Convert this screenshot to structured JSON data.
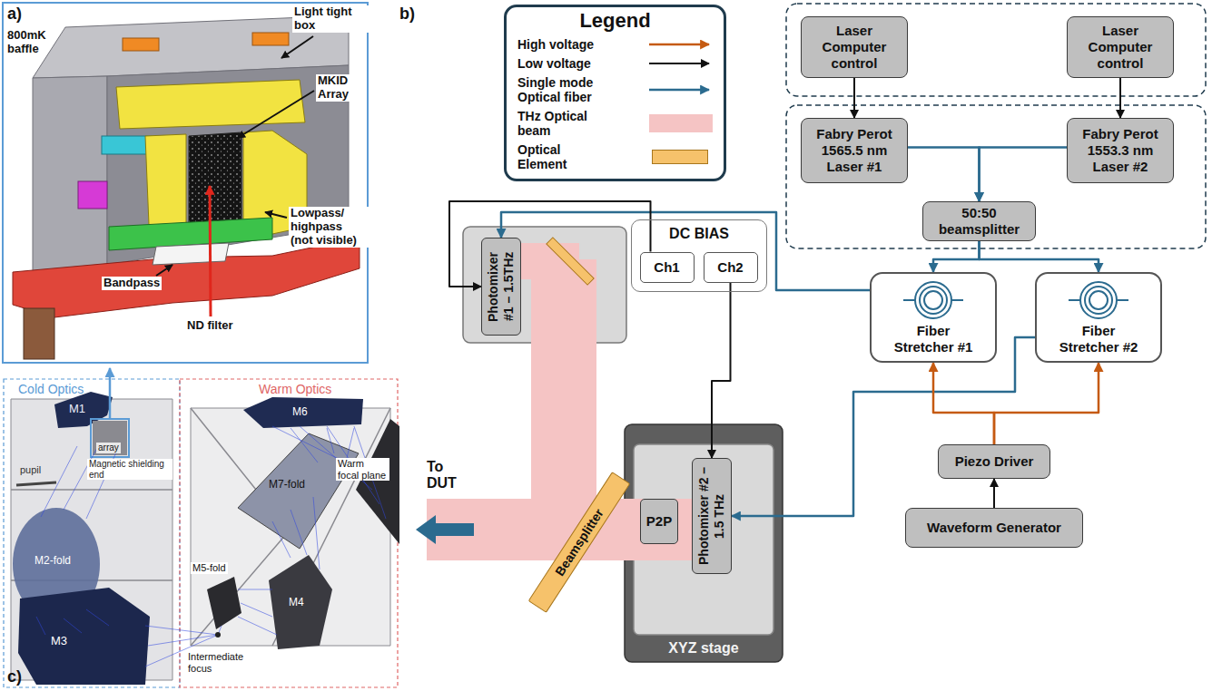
{
  "diagram": {
    "nodes": [
      {
        "text": [
          "Laser Computer control"
        ]
      },
      {
        "text": [
          "Laser Computer control"
        ]
      },
      {
        "text": [
          "Fabry Perot 1565.5 nm Laser #1"
        ]
      },
      {
        "text": [
          "Fabry Perot 1553.3 nm Laser #2"
        ]
      },
      {
        "text": [
          "50:50 beamsplitter"
        ]
      },
      {
        "text": [
          "Photomixer #1 – 1.5THz"
        ]
      },
      {
        "text": [
          "DC BIAS"
        ]
      },
      {
        "text": [
          "Ch1"
        ],
        "in": 6
      },
      {
        "text": [
          "Ch2"
        ],
        "in": 6
      },
      {
        "text": [
          "Fiber Stretcher #1"
        ]
      },
      {
        "text": [
          "Fiber Stretcher #2"
        ]
      },
      {
        "text": [
          "Beamsplitter"
        ]
      },
      {
        "text": [
          "XYZ stage"
        ]
      },
      {
        "text": [
          "P2P"
        ],
        "in": 12
      },
      {
        "text": [
          "Photomixer #2 – 1.5 THz"
        ],
        "in": 12
      },
      {
        "text": [
          "Piezo Driver"
        ]
      },
      {
        "text": [
          "Waveform Generator"
        ]
      }
    ],
    "edges": [
      {
        "from": 0,
        "to": 2,
        "arrow": "to"
      },
      {
        "from": 1,
        "to": 3,
        "arrow": "to"
      },
      {
        "from": 2,
        "to": 4,
        "arrow": "to"
      },
      {
        "from": 3,
        "to": 4,
        "arrow": "to"
      },
      {
        "from": 4,
        "to": 9,
        "arrow": "to"
      },
      {
        "from": 4,
        "to": 10,
        "arrow": "to"
      },
      {
        "from": 9,
        "to": 5,
        "arrow": "to"
      },
      {
        "from": 10,
        "to": 14,
        "arrow": "to"
      },
      {
        "from": 7,
        "to": 5,
        "arrow": "to"
      },
      {
        "from": 8,
        "to": 14,
        "arrow": "to"
      },
      {
        "from": 15,
        "to": 9,
        "arrow": "to"
      },
      {
        "from": 15,
        "to": 10,
        "arrow": "to"
      },
      {
        "from": 16,
        "to": 15,
        "arrow": "to"
      }
    ],
    "labels": [
      "a)",
      "800mK baffle",
      "Light tight box",
      "MKID Array",
      "Lowpass/ highpass (not visible)",
      "Bandpass",
      "ND filter",
      "Cold Optics",
      "Warm Optics",
      "M1",
      "pupil",
      "array",
      "Magnetic shielding end",
      "M2-fold",
      "M3",
      "M6",
      "M7-fold",
      "Warm focal plane",
      "M5-fold",
      "M4",
      "Intermediate focus",
      "c)",
      "b)",
      "Legend",
      "To DUT"
    ],
    "legend": [
      {
        "text": "High voltage"
      },
      {
        "text": "Low voltage"
      },
      {
        "text": "Single mode Optical fiber"
      },
      {
        "text": "THz Optical beam",
        "color": "#f5c4c4"
      },
      {
        "text": "Optical Element",
        "color": "#f6c26b"
      }
    ]
  }
}
